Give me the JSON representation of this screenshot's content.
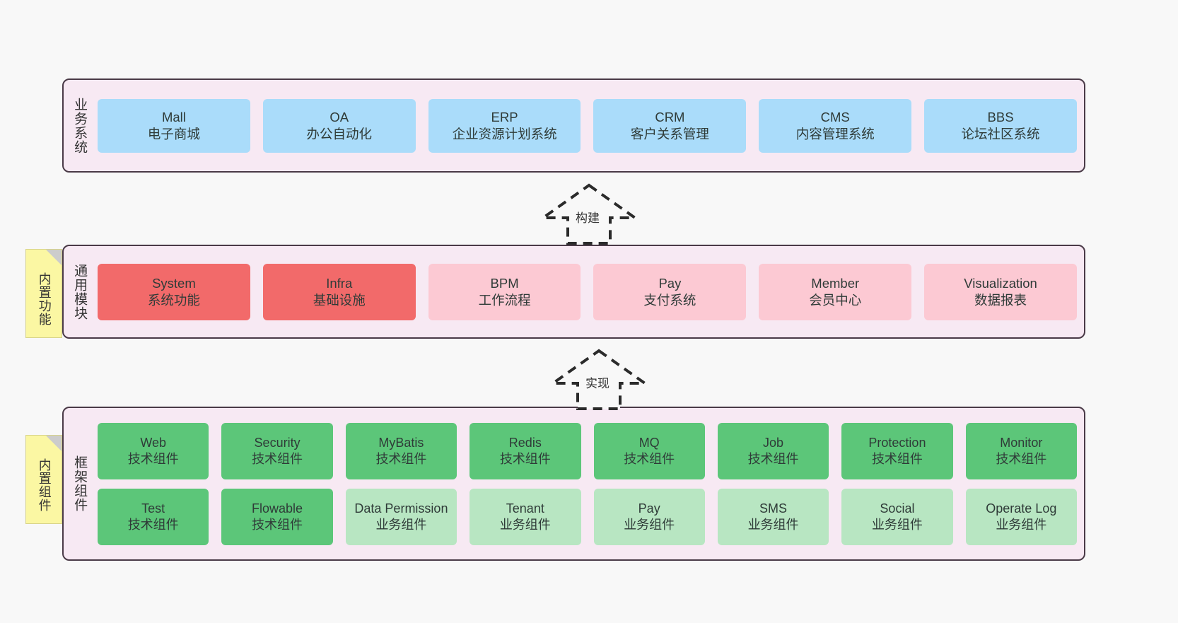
{
  "diagram": {
    "background_color": "#f8f8f8",
    "layer_fill": "#f7e9f3",
    "layer_border": "#4a3a47"
  },
  "layers": [
    {
      "id": "business",
      "title": "业务系统",
      "card_color": "#aadcfa",
      "rows": [
        [
          {
            "name": "Mall",
            "desc": "电子商城",
            "style": "blue"
          },
          {
            "name": "OA",
            "desc": "办公自动化",
            "style": "blue"
          },
          {
            "name": "ERP",
            "desc": "企业资源计划系统",
            "style": "blue"
          },
          {
            "name": "CRM",
            "desc": "客户关系管理",
            "style": "blue"
          },
          {
            "name": "CMS",
            "desc": "内容管理系统",
            "style": "blue"
          },
          {
            "name": "BBS",
            "desc": "论坛社区系统",
            "style": "blue"
          }
        ]
      ]
    },
    {
      "id": "module",
      "title": "通用模块",
      "note": "内置功能",
      "card_color_primary": "#f26a6a",
      "card_color_secondary": "#fcc9d3",
      "rows": [
        [
          {
            "name": "System",
            "desc": "系统功能",
            "style": "red"
          },
          {
            "name": "Infra",
            "desc": "基础设施",
            "style": "red"
          },
          {
            "name": "BPM",
            "desc": "工作流程",
            "style": "pink"
          },
          {
            "name": "Pay",
            "desc": "支付系统",
            "style": "pink"
          },
          {
            "name": "Member",
            "desc": "会员中心",
            "style": "pink"
          },
          {
            "name": "Visualization",
            "desc": "数据报表",
            "style": "pink"
          }
        ]
      ]
    },
    {
      "id": "framework",
      "title": "框架组件",
      "note": "内置组件",
      "card_color_primary": "#5cc679",
      "card_color_secondary": "#b8e6c2",
      "rows": [
        [
          {
            "name": "Web",
            "desc": "技术组件",
            "style": "green-dark"
          },
          {
            "name": "Security",
            "desc": "技术组件",
            "style": "green-dark"
          },
          {
            "name": "MyBatis",
            "desc": "技术组件",
            "style": "green-dark"
          },
          {
            "name": "Redis",
            "desc": "技术组件",
            "style": "green-dark"
          },
          {
            "name": "MQ",
            "desc": "技术组件",
            "style": "green-dark"
          },
          {
            "name": "Job",
            "desc": "技术组件",
            "style": "green-dark"
          },
          {
            "name": "Protection",
            "desc": "技术组件",
            "style": "green-dark"
          },
          {
            "name": "Monitor",
            "desc": "技术组件",
            "style": "green-dark"
          }
        ],
        [
          {
            "name": "Test",
            "desc": "技术组件",
            "style": "green-dark"
          },
          {
            "name": "Flowable",
            "desc": "技术组件",
            "style": "green-dark"
          },
          {
            "name": "Data Permission",
            "desc": "业务组件",
            "style": "green-light"
          },
          {
            "name": "Tenant",
            "desc": "业务组件",
            "style": "green-light"
          },
          {
            "name": "Pay",
            "desc": "业务组件",
            "style": "green-light"
          },
          {
            "name": "SMS",
            "desc": "业务组件",
            "style": "green-light"
          },
          {
            "name": "Social",
            "desc": "业务组件",
            "style": "green-light"
          },
          {
            "name": "Operate Log",
            "desc": "业务组件",
            "style": "green-light"
          }
        ]
      ]
    }
  ],
  "arrows": [
    {
      "id": "build",
      "label": "构建",
      "from": "module",
      "to": "business"
    },
    {
      "id": "impl",
      "label": "实现",
      "from": "framework",
      "to": "module"
    }
  ]
}
